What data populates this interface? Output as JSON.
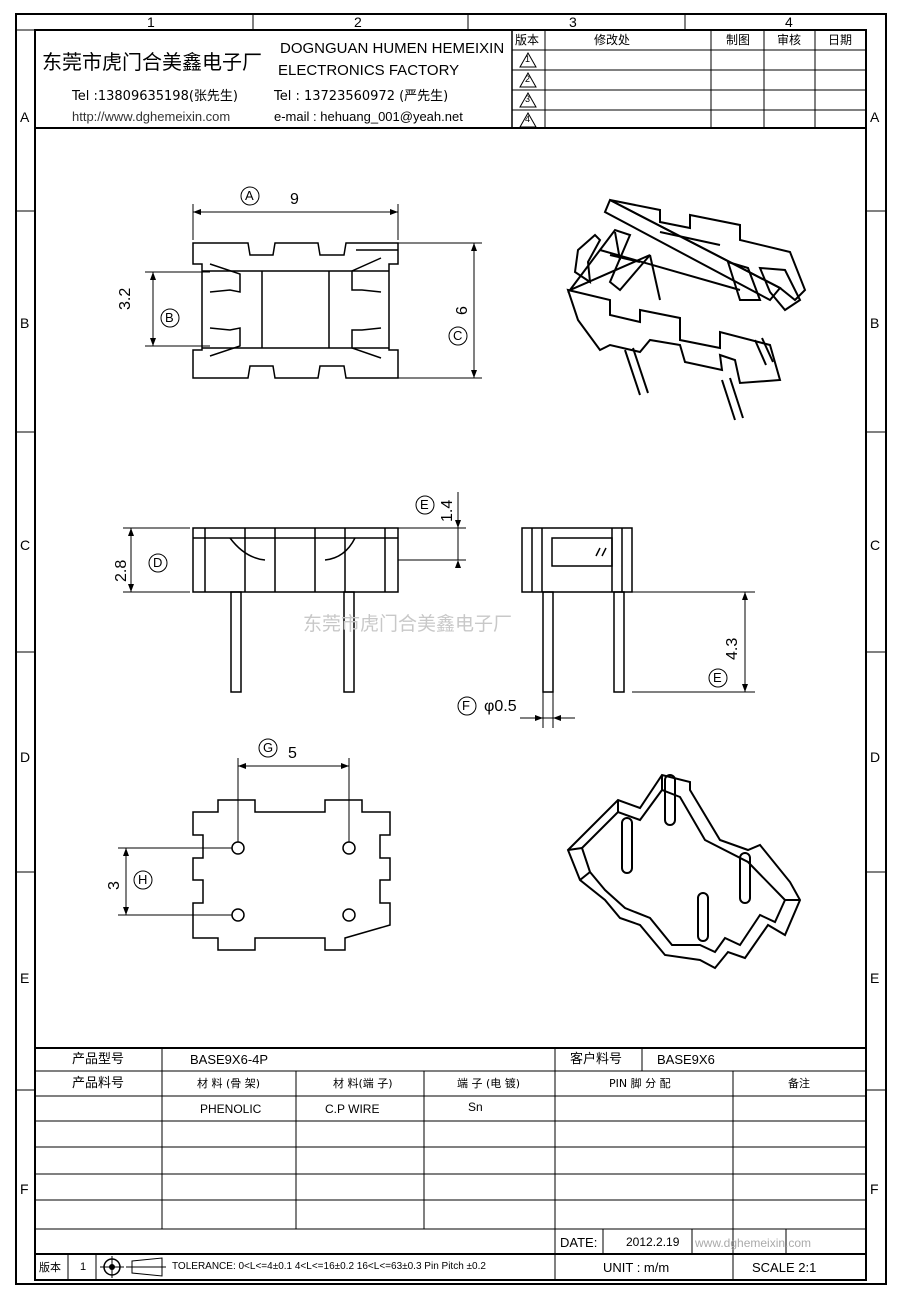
{
  "frame": {
    "column_labels": [
      "1",
      "2",
      "3",
      "4"
    ],
    "row_labels": [
      "A",
      "B",
      "C",
      "D",
      "E",
      "F"
    ]
  },
  "header": {
    "company_cn": "东莞市虎门合美鑫电子厂",
    "company_en_line1": "DOGNGUAN HUMEN HEMEIXIN",
    "company_en_line2": "ELECTRONICS FACTORY",
    "tel1": "Tel :13809635198(张先生)",
    "url": "http://www.dghemeixin.com",
    "tel2": "Tel : 13723560972 (严先生)",
    "email": "e-mail : hehuang_001@yeah.net"
  },
  "revision_table": {
    "headers": [
      "版本",
      "修改处",
      "制图",
      "审核",
      "日期"
    ],
    "revisions": [
      "1",
      "2",
      "3",
      "4"
    ]
  },
  "dimensions": {
    "A": "A",
    "A_value": "9",
    "B": "B",
    "B_value": "3.2",
    "C": "C",
    "C_value": "6",
    "D": "D",
    "D_value": "2.8",
    "E": "E",
    "E_value": "1.4",
    "E2": "E",
    "E2_value": "4.3",
    "F": "F",
    "F_value": "φ0.5",
    "G": "G",
    "G_value": "5",
    "H": "H",
    "H_value": "3"
  },
  "watermark": "东莞市虎门合美鑫电子厂",
  "spec_table": {
    "product_model_label": "产品型号",
    "product_model": "BASE9X6-4P",
    "customer_part_label": "客户料号",
    "customer_part": "BASE9X6",
    "product_part_label": "产品料号",
    "col_material_frame": "材 料 (骨 架)",
    "col_material_terminal": "材 料(端 子)",
    "col_terminal_plating": "端 子 (电 镀)",
    "col_pin_assignment": "PIN 脚 分 配",
    "col_remarks": "备注",
    "material_frame": "PHENOLIC",
    "material_terminal": "C.P WIRE",
    "terminal_plating": "Sn"
  },
  "footer": {
    "date_label": "DATE:",
    "date_value": "2012.2.19",
    "unit": "UNIT : m/m",
    "scale": "SCALE   2:1",
    "version_label": "版本",
    "version_value": "1",
    "tolerance": "TOLERANCE:  0<L<=4±0.1  4<L<=16±0.2  16<L<=63±0.3  Pin Pitch  ±0.2",
    "footer_watermark": "www.dghemeixin.com"
  }
}
